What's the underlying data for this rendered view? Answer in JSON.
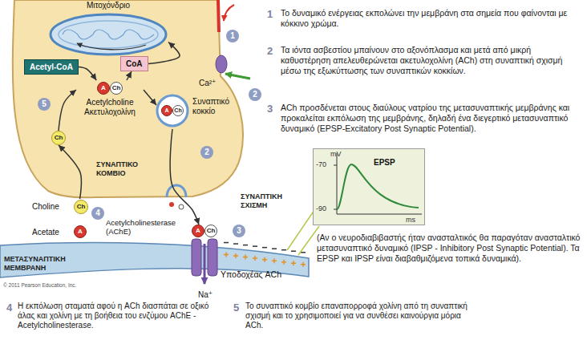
{
  "diagram": {
    "nodes": [
      {
        "text": [
          "Μιτοχόνδριο"
        ]
      },
      {
        "text": [
          "Acetyl-CoA"
        ]
      },
      {
        "text": [
          "CoA"
        ]
      },
      {
        "text": [
          "A",
          "Ch",
          "Acetylcholine Ακετυλοχολίνη"
        ]
      },
      {
        "text": [
          "Ch"
        ]
      },
      {
        "text": [
          "A",
          "Ch",
          "Συναπτικό κοκκίο"
        ]
      },
      {
        "text": [
          "Choline",
          "Ch"
        ]
      },
      {
        "text": [
          "Acetate",
          "A"
        ]
      },
      {
        "text": [
          "A",
          "Ch",
          "Υποδοχέας ACh"
        ]
      },
      {
        "text": [
          "mV",
          "-70",
          "-90",
          "ms",
          "EPSP"
        ]
      }
    ],
    "edges": [
      {
        "from": 1,
        "to": 3,
        "arrow": "to"
      },
      {
        "from": 3,
        "to": 2,
        "arrow": "to"
      },
      {
        "from": 2,
        "to": 0,
        "arrow": "to"
      },
      {
        "from": 4,
        "to": 3,
        "arrow": "to"
      },
      {
        "from": 3,
        "to": 5,
        "arrow": "to"
      },
      {
        "from": 5,
        "to": 8,
        "arrow": "to"
      },
      {
        "from": 6,
        "to": 4,
        "arrow": "to"
      }
    ],
    "labels": [
      "1",
      "2",
      "2",
      "3",
      "4",
      "5",
      "Ca²⁺",
      "Na⁺",
      "ΣΥΝΑΠΤΙΚΟ ΚΟΜΒΙΟ",
      "ΣΥΝΑΠΤΙΚΗ ΣΧΙΣΜΗ",
      "Acetylcholinesterase (AChE)",
      "ΜΕΤΑΣΥΝΑΠΤΙΚΗ ΜΕΜΒΡΑΝΗ",
      "© 2011 Pearson Education, Inc.",
      "1",
      "Το δυναμικό ενέργειας εκπολώνει την μεμβράνη στα σημεία που φαίνονται με κόκκινο χρώμα.",
      "2",
      "Τα ιόντα ασβεστίου μπαίνουν στο αξονόπλασμα και μετά από μικρή καθυστέρηση απελευθερώνεται ακετυλοχολίνη (ACh) στη συναπτική σχισμή μέσω της εξωκύττωσης των συναπτικών κοκκίων.",
      "3",
      "ACh προσδένεται στους διαύλους νατρίου της μετασυναπτικής μεμβράνης και προκαλείται εκπόλωση της μεμβράνης, δηλαδή ένα διεγερτικό μετασυναπτικό δυναμικό (EPSP-Excitatory Post Synaptic Potential).",
      "(Αν ο νευροδιαβιβαστής ήταν ανασταλτικός θα παραγόταν ανασταλτικό μετασυναπτικό δυναμικό (IPSP - Inhibitory Post Synaptic Potential). Τα EPSP και IPSP είναι διαβαθμιζόμενα τοπικά δυναμικά).",
      "4",
      "Η εκπόλωση σταματά αφού η ACh διασπάται σε οξικό άλας και χολίνη με τη βοήθεια του ενζύμου AChE - Acetylcholinesterase.",
      "5",
      "Το συναπτικό κομβίο επαναπορροφά χολίνη από τη συναπτική σχισμή και το χρησιμοποιεί για να συνθέσει καινούργια μόρια ACh."
    ]
  }
}
